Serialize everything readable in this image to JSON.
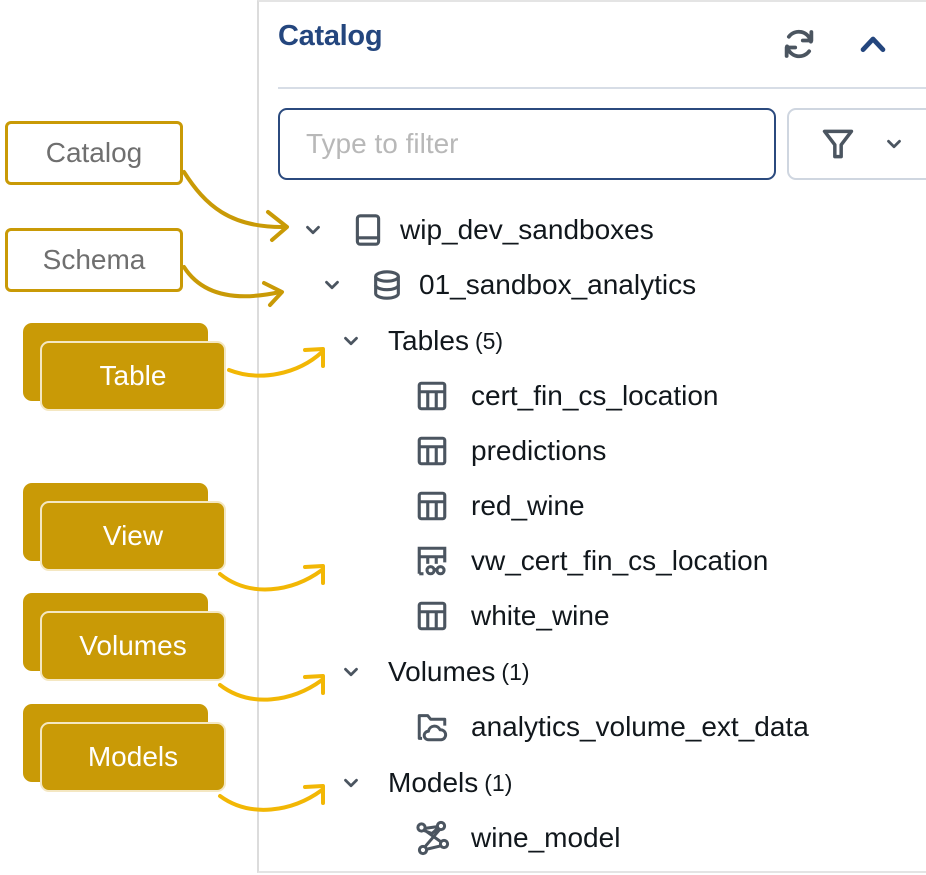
{
  "panel": {
    "title": "Catalog",
    "refresh_icon": "refresh-icon",
    "collapse_icon": "chevron-up-icon",
    "filter": {
      "placeholder": "Type to filter",
      "value": "",
      "filter_icon": "funnel-icon",
      "dropdown_icon": "chevron-down-icon"
    }
  },
  "tree": {
    "catalog": {
      "label": "wip_dev_sandboxes",
      "icon": "book-icon",
      "expanded": true
    },
    "schema": {
      "label": "01_sandbox_analytics",
      "icon": "database-icon",
      "expanded": true
    },
    "groups": [
      {
        "label": "Tables",
        "count": "(5)",
        "expanded": true,
        "items": [
          {
            "label": "cert_fin_cs_location",
            "icon": "table-icon"
          },
          {
            "label": "predictions",
            "icon": "table-icon"
          },
          {
            "label": "red_wine",
            "icon": "table-icon"
          },
          {
            "label": "vw_cert_fin_cs_location",
            "icon": "view-icon"
          },
          {
            "label": "white_wine",
            "icon": "table-icon"
          }
        ]
      },
      {
        "label": "Volumes",
        "count": "(1)",
        "expanded": true,
        "items": [
          {
            "label": "analytics_volume_ext_data",
            "icon": "cloud-folder-icon"
          }
        ]
      },
      {
        "label": "Models",
        "count": "(1)",
        "expanded": true,
        "items": [
          {
            "label": "wine_model",
            "icon": "model-icon"
          }
        ]
      }
    ]
  },
  "annotations": {
    "catalog": "Catalog",
    "schema": "Schema",
    "table": "Table",
    "view": "View",
    "volumes": "Volumes",
    "models": "Models"
  },
  "colors": {
    "accent": "#24467e",
    "annotation_gold": "#c99a06",
    "arrow_gold": "#f2b705",
    "icon_gray": "#4b5560"
  }
}
